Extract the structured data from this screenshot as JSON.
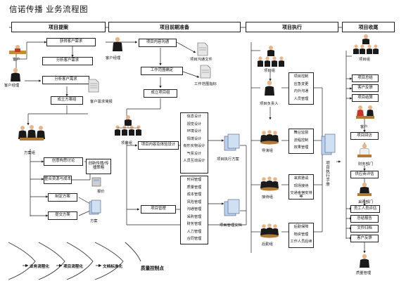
{
  "title": "信诺传播 业务流程图",
  "headers": [
    "项目提案",
    "项目前期准备",
    "项目执行",
    "项目收尾"
  ],
  "col1": {
    "actor_client": "客户",
    "actor_client_manager": "客户经理",
    "step_get_needs": "获得客户需求",
    "step_analyze_needs": "分析客户需求",
    "step_form_group": "成立方案组",
    "doc_requirements": "客户需求简报",
    "actor_plan_group": "方案组",
    "step_creative_1": "创意构思讨论",
    "step_creative_2": "创新传播/传播策略",
    "step_integrate": "整合资源与成本",
    "doc_quote": "报价",
    "step_draft": "制定方案",
    "step_submit": "提交方案",
    "doc_plan": "方案"
  },
  "col2": {
    "actor_client_manager": "客户经理",
    "step_comm": "项目内容沟通",
    "doc_comm": "项目沟通文件",
    "step_scope": "工作范围确定",
    "doc_scope": "工作范围指标",
    "step_found": "成立项目组",
    "actor_project_group": "项目组",
    "step_design": "项目内容及体验设计",
    "design_items": [
      "信息设计",
      "视觉设计",
      "环境设计",
      "情境设计",
      "有形实物设计",
      "气氛设计",
      "人员互动设计"
    ],
    "doc_exec_plan": "项目执行方案",
    "step_manage": "项目管理",
    "manage_items": [
      "时间管理",
      "质量管理",
      "成本管理",
      "风险管理",
      "沟通管理",
      "采购管理",
      "财务管理",
      "人力管理",
      "合同管理"
    ],
    "doc_manage": "项目管理文档"
  },
  "col3": {
    "actor_project_group": "项目组",
    "actor_manager": "项目负责人",
    "mgr_items": [
      "项目控制",
      "应急变更",
      "内外沟通",
      "人员管理"
    ],
    "actor_directors": "导演组",
    "dir_items": [
      "舞台监督",
      "流程控制",
      "效果管理"
    ],
    "actor_receptions": "接待组",
    "rec_items": [
      "来宾邀请",
      "现场接待",
      "交通食宿安排等"
    ],
    "actor_logistics": "后勤组",
    "log_items": [
      "后勤保障",
      "物资管理",
      "工作人员后续"
    ],
    "side_vertical": "项目执行手册"
  },
  "col4": {
    "actor_project_group": "项目组",
    "step_summary": "项目总结",
    "step_feedback": "客户反馈",
    "step_eval": "项目结算",
    "actor_client": "客户",
    "step_review": "项目回访",
    "actor_finance": "财务部门",
    "step_supplier": "供应商评估",
    "actor_purchase": "采购部门",
    "step_staff_eval": "员工人员评估",
    "step_summary2": "总结报告",
    "step_archive": "文件归档",
    "step_client_report": "客户反馈",
    "actor_quality": "质量管理"
  },
  "footer": {
    "arrows": [
      "业务流程化",
      "项目流程化",
      "文档标准化"
    ],
    "quality": "质量控制点"
  },
  "colors": {
    "line": "#222222",
    "suit": "#1a1a1a",
    "skin": "#e8b58a",
    "folder": "#b9d3ee",
    "doc": "#e6e6e6"
  }
}
